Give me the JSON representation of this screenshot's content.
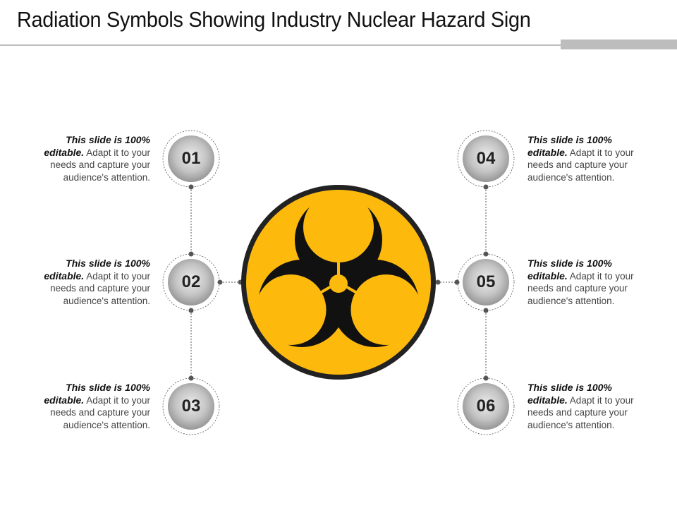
{
  "header": {
    "title": "Radiation Symbols Showing Industry Nuclear Hazard Sign"
  },
  "colors": {
    "hazard_yellow": "#FDBA0D",
    "hazard_black": "#111111",
    "ring_border": "#222222",
    "node_gray_light": "#e8e8e8",
    "node_gray_dark": "#9a9a9a",
    "connector": "#555555",
    "title_rule": "#bdbdbd"
  },
  "center_icon": {
    "name": "biohazard-icon",
    "description": "Black biohazard symbol on yellow circle with black border"
  },
  "items": [
    {
      "number": "01",
      "bold": "This slide is 100% editable.",
      "text": " Adapt it to your needs and capture your audience's attention.",
      "side": "left"
    },
    {
      "number": "02",
      "bold": "This slide is 100% editable.",
      "text": " Adapt it to your needs and capture your audience's attention.",
      "side": "left"
    },
    {
      "number": "03",
      "bold": "This slide is 100% editable.",
      "text": " Adapt it to your needs and capture your audience's attention.",
      "side": "left"
    },
    {
      "number": "04",
      "bold": "This slide is 100% editable.",
      "text": " Adapt it to your needs and capture your audience's attention.",
      "side": "right"
    },
    {
      "number": "05",
      "bold": "This slide is 100% editable.",
      "text": " Adapt it to your needs and capture your audience's attention.",
      "side": "right"
    },
    {
      "number": "06",
      "bold": "This slide is 100% editable.",
      "text": " Adapt it to your needs and capture your audience's attention.",
      "side": "right"
    }
  ]
}
